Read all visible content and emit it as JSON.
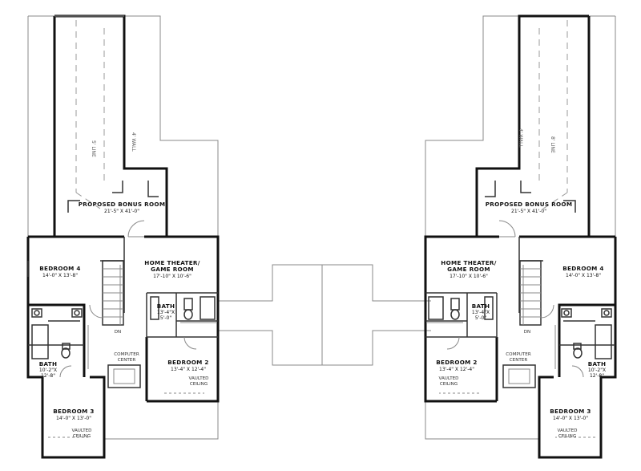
{
  "plans": [
    {
      "side": "left",
      "rooms": {
        "bonus": {
          "name": "PROPOSED BONUS ROOM",
          "dim": "21'-5\" X 41'-0\""
        },
        "theater": {
          "name1": "HOME THEATER/",
          "name2": "GAME ROOM",
          "dim": "17'-10\" X 10'-6\""
        },
        "bedroom4": {
          "name": "BEDROOM 4",
          "dim": "14'-0\" X 13'-8\""
        },
        "bath_small": {
          "name": "BATH",
          "dim1": "13'-4\"X",
          "dim2": "5'-0\""
        },
        "bath_left": {
          "name": "BATH",
          "dim1": "10'-2\"X",
          "dim2": "12'-8\""
        },
        "bedroom2": {
          "name": "BEDROOM 2",
          "dim": "13'-4\" X 12'-4\""
        },
        "computer": {
          "line1": "COMPUTER",
          "line2": "CENTER"
        },
        "bedroom3": {
          "name": "BEDROOM 3",
          "dim": "14'-0\" X 13'-0\""
        },
        "vaulted2": {
          "line1": "VAULTED",
          "line2": "CEILING"
        },
        "vaulted3": {
          "line1": "VAULTED",
          "line2": "CEILING"
        },
        "line_label": "5' LINE",
        "wall_label": "4' WALL",
        "dn": "DN"
      }
    },
    {
      "side": "right",
      "rooms": {
        "bonus": {
          "name": "PROPOSED BONUS ROOM",
          "dim": "21'-5\" X 41'-0\""
        },
        "theater": {
          "name1": "HOME THEATER/",
          "name2": "GAME ROOM",
          "dim": "17'-10\" X 10'-6\""
        },
        "bedroom4": {
          "name": "BEDROOM 4",
          "dim": "14'-0\" X 13'-8\""
        },
        "bath_small": {
          "name": "BATH",
          "dim1": "13'-4\"X",
          "dim2": "5'-0\""
        },
        "bath_left": {
          "name": "BATH",
          "dim1": "10'-2\"X",
          "dim2": "12'-8\""
        },
        "bedroom2": {
          "name": "BEDROOM 2",
          "dim": "13'-4\" X 12'-4\""
        },
        "computer": {
          "line1": "COMPUTER",
          "line2": "CENTER"
        },
        "bedroom3": {
          "name": "BEDROOM 3",
          "dim": "14'-0\" X 13'-0\""
        },
        "vaulted2": {
          "line1": "VAULTED",
          "line2": "CEILING"
        },
        "vaulted3": {
          "line1": "VAULTED",
          "line2": "CEILING"
        },
        "line_label": "8' LINE",
        "wall_label": "4' WALL",
        "dn": "DN"
      }
    }
  ]
}
